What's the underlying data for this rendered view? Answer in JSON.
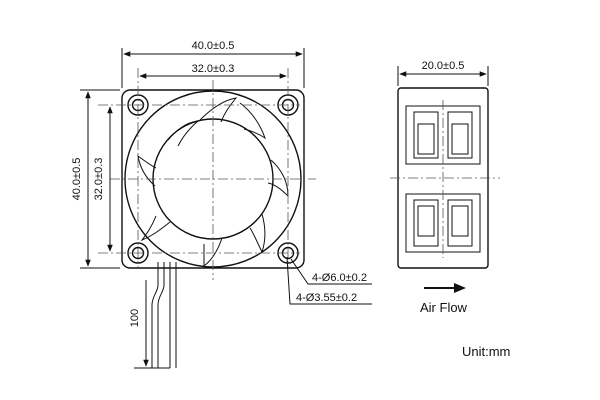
{
  "dimensions": {
    "front_width_overall": "40.0±0.5",
    "front_width_holes": "32.0±0.3",
    "front_height_overall": "40.0±0.5",
    "front_height_holes": "32.0±0.3",
    "hole_outer": "4-Ø6.0±0.2",
    "hole_inner": "4-Ø3.55±0.2",
    "lead_length": "100",
    "side_depth": "20.0±0.5"
  },
  "labels": {
    "air_flow": "Air Flow",
    "unit": "Unit:mm"
  },
  "icons": {
    "air_flow_arrow": "arrow-right-icon"
  }
}
